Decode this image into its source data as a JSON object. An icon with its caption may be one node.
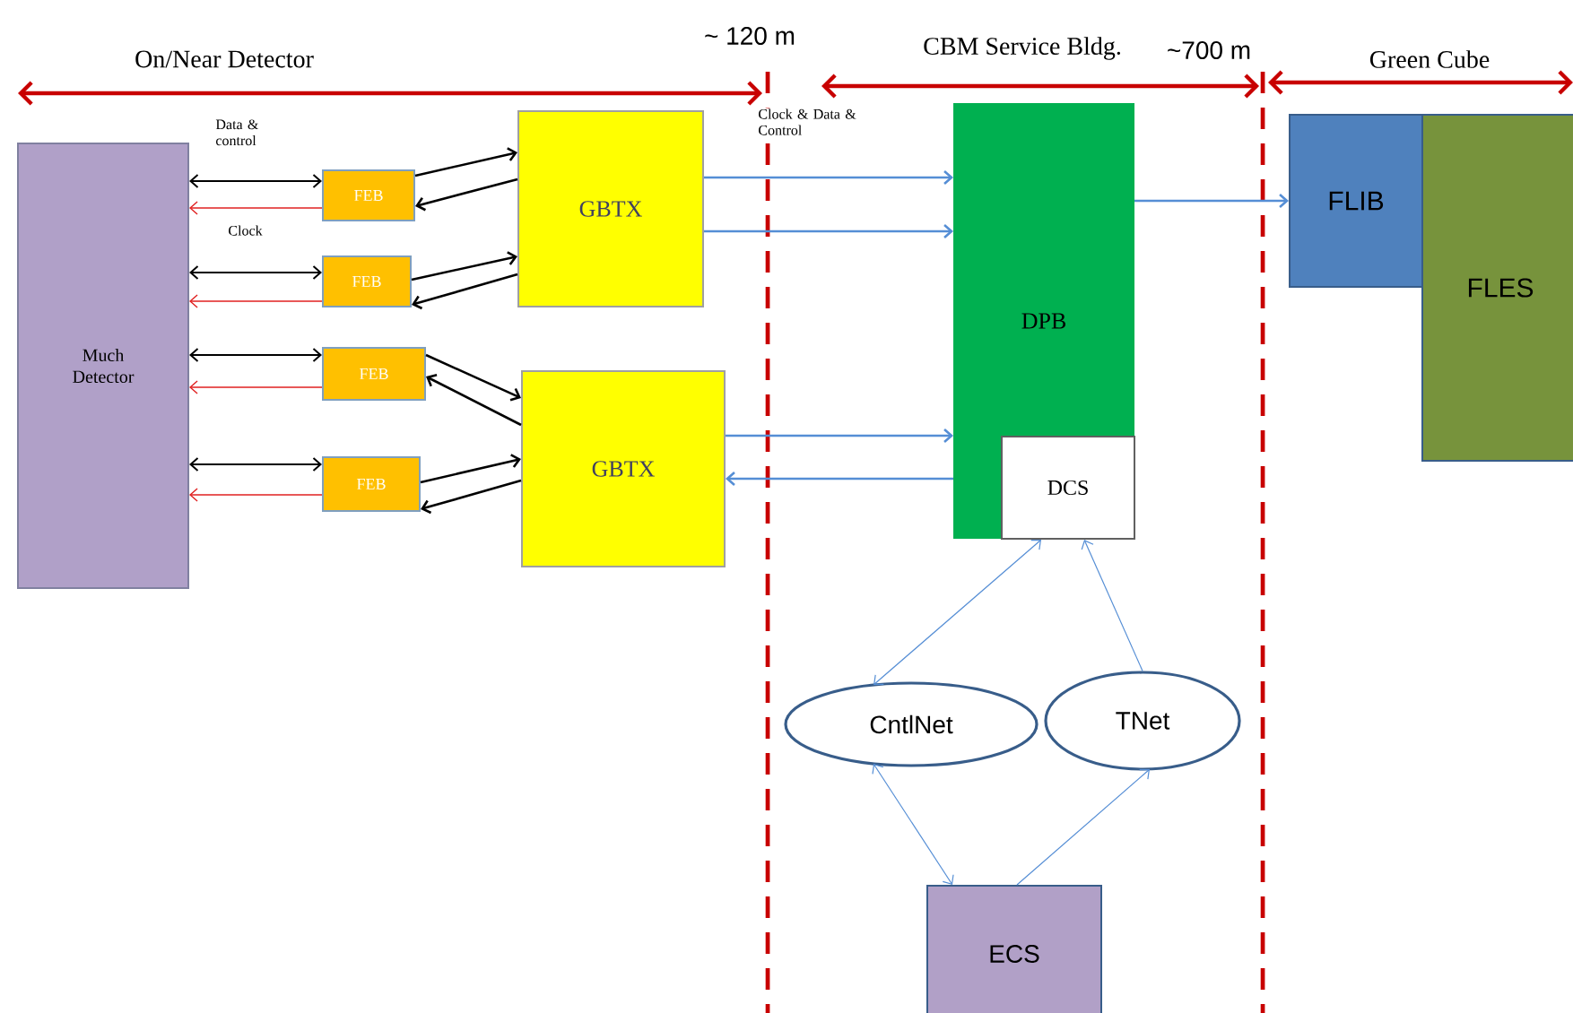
{
  "diagram": {
    "nodes": [
      {
        "text": [
          "Much Detector"
        ]
      },
      {
        "text": [
          "FEB"
        ]
      },
      {
        "text": [
          "FEB"
        ]
      },
      {
        "text": [
          "FEB"
        ]
      },
      {
        "text": [
          "FEB"
        ]
      },
      {
        "text": [
          "GBTX"
        ]
      },
      {
        "text": [
          "GBTX"
        ]
      },
      {
        "text": [
          "DPB"
        ]
      },
      {
        "text": [
          "DCS"
        ],
        "in": 7
      },
      {
        "text": [
          "FLIB"
        ]
      },
      {
        "text": [
          "FLES"
        ]
      },
      {
        "text": [
          "CntlNet"
        ]
      },
      {
        "text": [
          "TNet"
        ]
      },
      {
        "text": [
          "ECS"
        ]
      }
    ],
    "edges": [
      {
        "from": 0,
        "to": 1,
        "arrow": "both",
        "label": "Data & control"
      },
      {
        "from": 1,
        "to": 0,
        "arrow": "to",
        "color": "#e02020"
      },
      {
        "from": 0,
        "to": 2,
        "arrow": "both",
        "label": "Clock"
      },
      {
        "from": 2,
        "to": 0,
        "arrow": "to",
        "color": "#e02020"
      },
      {
        "from": 0,
        "to": 3,
        "arrow": "both"
      },
      {
        "from": 3,
        "to": 0,
        "arrow": "to",
        "color": "#e02020"
      },
      {
        "from": 0,
        "to": 4,
        "arrow": "both"
      },
      {
        "from": 4,
        "to": 0,
        "arrow": "to",
        "color": "#e02020"
      },
      {
        "from": 1,
        "to": 5,
        "arrow": "to"
      },
      {
        "from": 5,
        "to": 1,
        "arrow": "to"
      },
      {
        "from": 2,
        "to": 5,
        "arrow": "to"
      },
      {
        "from": 5,
        "to": 2,
        "arrow": "to"
      },
      {
        "from": 3,
        "to": 6,
        "arrow": "to"
      },
      {
        "from": 6,
        "to": 3,
        "arrow": "to"
      },
      {
        "from": 4,
        "to": 6,
        "arrow": "to"
      },
      {
        "from": 6,
        "to": 4,
        "arrow": "to"
      },
      {
        "from": 5,
        "to": 7,
        "arrow": "to",
        "color": "#558ed5",
        "label": "Clock & Data & Control"
      },
      {
        "from": 5,
        "to": 7,
        "arrow": "to",
        "color": "#558ed5"
      },
      {
        "from": 6,
        "to": 7,
        "arrow": "to",
        "color": "#558ed5"
      },
      {
        "from": 7,
        "to": 6,
        "arrow": "to",
        "color": "#558ed5"
      },
      {
        "from": 7,
        "to": 9,
        "arrow": "to",
        "color": "#558ed5"
      },
      {
        "from": 11,
        "to": 8,
        "arrow": "both",
        "color": "#558ed5"
      },
      {
        "from": 12,
        "to": 8,
        "arrow": "to",
        "color": "#558ed5"
      },
      {
        "from": 11,
        "to": 13,
        "arrow": "both",
        "color": "#558ed5"
      },
      {
        "from": 13,
        "to": 12,
        "arrow": "to",
        "color": "#558ed5"
      }
    ],
    "labels": [
      "~ 120 m",
      "On/Near Detector",
      "CBM Service Bldg.",
      "~700 m",
      "Green Cube"
    ]
  }
}
